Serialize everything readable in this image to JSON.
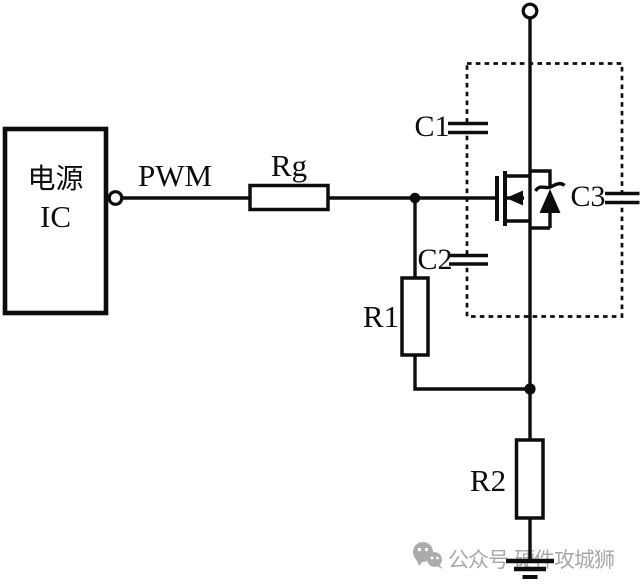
{
  "diagram": {
    "labels": {
      "power_ic_line1": "电源",
      "power_ic_line2": "IC",
      "pwm": "PWM",
      "rg": "Rg",
      "r1": "R1",
      "r2": "R2",
      "c1": "C1",
      "c2": "C2",
      "c3": "C3"
    },
    "watermark": {
      "icon": "wechat-icon",
      "text": "公众号·硬件攻城狮"
    },
    "colors": {
      "line": "#0d0d0d",
      "background": "#ffffff",
      "watermark": "#a9a9a9"
    }
  }
}
